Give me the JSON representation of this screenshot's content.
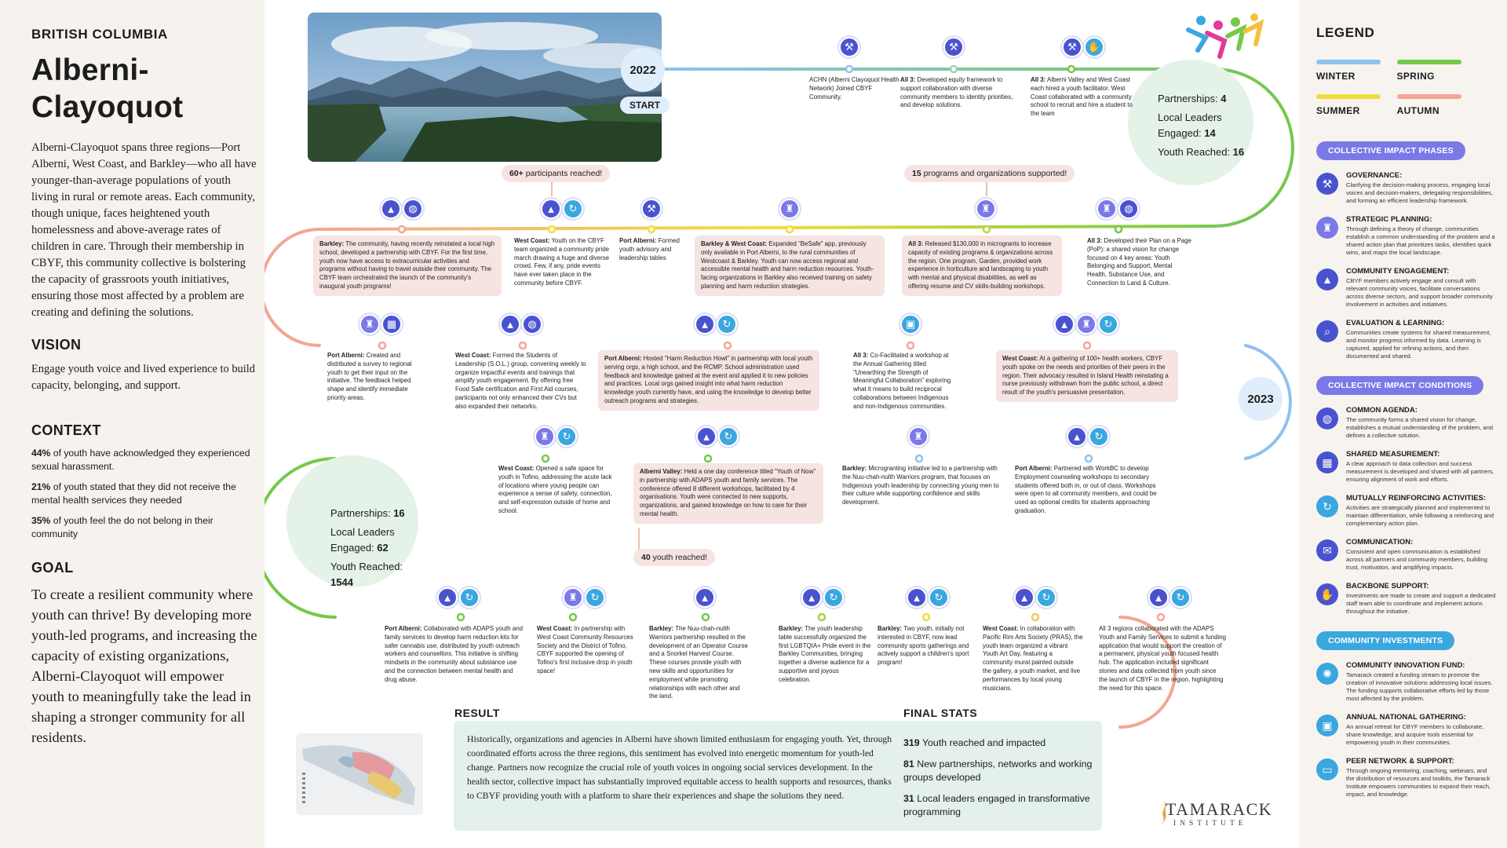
{
  "left": {
    "region": "BRITISH COLUMBIA",
    "title_line1": "Alberni-",
    "title_line2": "Clayoquot",
    "intro": "Alberni-Clayoquot spans three regions—Port Alberni, West Coast, and Barkley—who all have younger-than-average populations of youth living in rural or remote areas. Each community, though unique, faces heightened youth homelessness and above-average rates of children in care. Through their membership in CBYF, this community collective is bolstering the capacity of grassroots youth initiatives, ensuring those most affected by a problem are creating and defining the solutions.",
    "vision_heading": "VISION",
    "vision_text": "Engage youth voice and lived experience to build capacity, belonging, and support.",
    "context_heading": "CONTEXT",
    "context": [
      {
        "pct": "44%",
        "text": " of youth have acknowledged they experienced sexual harassment."
      },
      {
        "pct": "21%",
        "text": " of youth stated that they did not receive the mental health services they needed"
      },
      {
        "pct": "35%",
        "text": " of youth feel the do not belong in their community"
      }
    ],
    "goal_heading": "GOAL",
    "goal_text": "To create a resilient community where youth can thrive! By developing more youth-led programs, and increasing the capacity of existing organizations, Alberni-Clayoquot will empower youth to meaningfully take the lead in shaping a stronger community for all residents."
  },
  "timeline": {
    "year_start": "2022",
    "start_label": "START",
    "year_mid": "2023",
    "chip1": {
      "num": "60+",
      "text": " participants reached!"
    },
    "chip2": {
      "num": "15",
      "text": " programs and organizations supported!"
    },
    "chip3": {
      "num": "40",
      "text": " youth reached!"
    },
    "circle1": {
      "partnerships_label": "Partnerships: ",
      "partnerships": "4",
      "leaders_label": "Local Leaders Engaged: ",
      "leaders": "14",
      "youth_label": "Youth Reached: ",
      "youth": "16"
    },
    "circle2": {
      "partnerships_label": "Partnerships: ",
      "partnerships": "16",
      "leaders_label": "Local Leaders Engaged: ",
      "leaders": "62",
      "youth_label": "Youth Reached: ",
      "youth": "1544"
    },
    "row1": [
      {
        "lead": "",
        "text": "ACHN (Alberni Clayoquot Health Network) Joined CBYF Community."
      },
      {
        "lead": "All 3:",
        "text": " Developed equity framework to support collaboration with diverse community members to identity priorities, and develop solutions."
      },
      {
        "lead": "All 3:",
        "text": " Alberni Valley and West Coast each hired a youth facilitator. West Coast collaborated with a community school to recruit and hire a student to the team"
      }
    ],
    "row2": [
      {
        "lead": "Barkley:",
        "text": " The community, having recently reinstated a local high school, developed a partnership with CBYF. For the first time, youth now have access to extracurricular activities and programs without having to travel outside their community. The CBYF team orchestrated the launch of the community's inaugural youth programs!"
      },
      {
        "lead": "West Coast:",
        "text": " Youth on the CBYF team organized a community pride march drawing a huge and diverse crowd. Few, if any, pride events have ever taken place in the community before CBYF."
      },
      {
        "lead": "Port Alberni:",
        "text": " Formed youth advisory and leadership tables"
      },
      {
        "lead": "Barkley & West Coast:",
        "text": " Expanded \"BeSafe\" app, previously only available in Port Alberni, to the rural communities of Westcoast & Barkley. Youth can now access regional and accessible mental health and harm reduction resources. Youth-facing organizations in Barkley also received training on safety planning and harm reduction strategies."
      },
      {
        "lead": "All 3:",
        "text": " Released $130,000 in microgrants to increase capacity of existing programs & organizations across the region. One program, Garden, provided work experience in horticulture and landscaping to youth with mental and physical disabilities, as well as offering resume and CV skills-building workshops."
      },
      {
        "lead": "All 3:",
        "text": " Developed their Plan on a Page (PoP): a shared vision for change focused on 4 key areas: Youth Belonging and Support, Mental Health, Substance Use, and Connection to Land & Culture."
      }
    ],
    "row3": [
      {
        "lead": "Port Alberni:",
        "text": " Created and distributed a survey to regional youth to get their input on the initiative. The feedback helped shape and identify immediate priority areas."
      },
      {
        "lead": "West Coast:",
        "text": " Formed the Students of Leadership (S.O.L.) group, convening weekly to organize impactful events and trainings that amplify youth engagement. By offering free Food Safe certification and First Aid courses, participants not only enhanced their CVs but also expanded their networks."
      },
      {
        "lead": "Port Alberni:",
        "text": " Hosted \"Harm Reduction Howl\" in partnership with local youth serving orgs, a high school, and the RCMP. School administration used feedback and knowledge gained at the event and applied it to new policies and practices. Local orgs gained insight into what harm reduction knowledge youth currently have, and using the knowledge to develop better outreach programs and strategies."
      },
      {
        "lead": "All 3:",
        "text": " Co-Facilitated a workshop at the Annual Gathering titled \"Unearthing the Strength of Meaningful Collaboration\" exploring what it means to build reciprocal collaborations between Indigenous and non-Indigenous communities."
      },
      {
        "lead": "West Coast:",
        "text": " At a gathering of 100+ health workers, CBYF youth spoke on the needs and priorities of their peers in the region. Their advocacy resulted in Island Health reinstating a nurse previously withdrawn from the public school, a direct result of the youth's persuasive presentation."
      }
    ],
    "row4": [
      {
        "lead": "West Coast:",
        "text": " Opened a safe space for youth in Tofino, addressing the acute lack of locations where young people can experience a sense of safety, connection, and self-expression outside of home and school."
      },
      {
        "lead": "Alberni Valley:",
        "text": " Held a one day conference titled \"Youth of Now\" in partnership with ADAPS youth and family services. The conference offered 8 different workshops, facilitated by 4 organisations. Youth were connected to new supports, organizations, and gained knowledge on how to care for their mental health."
      },
      {
        "lead": "Barkley:",
        "text": " Microgranting initiative led to a partnership with the Nuu-chah-nulth Warriors program, that focuses on Indigenous youth leadership by connecting young men to their culture while supporting confidence and skills development."
      },
      {
        "lead": "Port Alberni:",
        "text": " Partnered with WorkBC to develop Employment counseling workshops to secondary students offered both in, or out of class. Workshops were open to all community members, and could be used as optional credits for students approaching graduation."
      }
    ],
    "row5": [
      {
        "lead": "Port Alberni:",
        "text": " Collaborated with ADAPS youth and family services to develop harm reduction kits for safer cannabis use, distributed by youth outreach workers and counsellors. This initiative is shifting mindsets in the community about substance use and the connection between mental health and drug abuse."
      },
      {
        "lead": "West Coast:",
        "text": " In partnership with West Coast Community Resources Society and the District of Tofino, CBYF supported the opening of Tofino's first inclusive drop in youth space!"
      },
      {
        "lead": "Barkley:",
        "text": " The Nuu-chah-nulth Warriors partnership resulted in the development of an Operator Course and a Snorkel Harvest Course. These courses provide youth with new skills and opportunities for employment while promoting relationships with each other and the land."
      },
      {
        "lead": "Barkley:",
        "text": " The youth leadership table successfully organized the first LGBTQIA+ Pride event in the Barkley Communities, bringing together a diverse audience for a supportive and joyous celebration."
      },
      {
        "lead": "Barkley:",
        "text": " Two youth, initially not interested in CBYF, now lead community sports gatherings and actively support a children's sport program!"
      },
      {
        "lead": "West Coast:",
        "text": " In collaboration with Pacific Rim Arts Society (PRAS), the youth team organized a vibrant Youth Art Day, featuring a community mural painted outside the gallery, a youth market, and live performances by local young musicians."
      },
      {
        "lead": "",
        "text": "All 3 regions collaborated with the ADAPS Youth and Family Services to submit a funding application that would support the creation of a permanent, physical youth focused health hub. The application included significant stories and data collected from youth since the launch of CBYF in the region, highlighting the need for this space."
      }
    ]
  },
  "result": {
    "heading": "RESULT",
    "text": "Historically, organizations and agencies in Alberni have shown limited enthusiasm for engaging youth. Yet, through coordinated efforts across the three regions, this sentiment has evolved into energetic momentum for youth-led change. Partners now recognize the crucial role of youth voices in ongoing social services development. In the health sector, collective impact has substantially improved equitable access to health supports and resources, thanks to CBYF providing youth with a platform to share their experiences and shape the solutions they need."
  },
  "final_stats": {
    "heading": "FINAL STATS",
    "items": [
      {
        "num": "319",
        "text": " Youth reached and impacted"
      },
      {
        "num": "81",
        "text": " New partnerships, networks and working groups developed"
      },
      {
        "num": "31",
        "text": " Local leaders engaged in transformative programming"
      }
    ]
  },
  "logo": {
    "main": "TAMARACK",
    "sub": "INSTITUTE"
  },
  "legend": {
    "heading": "LEGEND",
    "seasons": [
      {
        "name": "WINTER",
        "color": "#8ec2ef"
      },
      {
        "name": "SPRING",
        "color": "#74c94a"
      },
      {
        "name": "SUMMER",
        "color": "#f3dc3a"
      },
      {
        "name": "AUTUMN",
        "color": "#f4a594"
      }
    ],
    "phases_heading": "COLLECTIVE IMPACT PHASES",
    "phases": [
      {
        "icon": "hammer-icon",
        "title": "GOVERNANCE:",
        "text": "Clarifying the decision-making process, engaging local voices and decision-makers, delegating responsibilities, and forming an efficient leadership framework."
      },
      {
        "icon": "chess-piece-icon",
        "title": "STRATEGIC PLANNING:",
        "text": "Through defining a theory of change, communities establish a common understanding of the problem and a shared action plan that prioritizes tasks, identifies quick wins, and maps the local landscape."
      },
      {
        "icon": "graduation-cap-icon",
        "title": "COMMUNITY ENGAGEMENT:",
        "text": "CBYF members actively engage and consult with relevant community voices, facilitate conversations across diverse sectors, and support broader community involvement in activities and initiatives."
      },
      {
        "icon": "magnifier-icon",
        "title": "EVALUATION & LEARNING:",
        "text": "Communities create systems for shared measurement, and monitor progress informed by data. Learning is captured, applied for refining actions, and then documented and shared."
      }
    ],
    "conditions_heading": "COLLECTIVE IMPACT CONDITIONS",
    "conditions": [
      {
        "icon": "globe-icon",
        "title": "COMMON AGENDA:",
        "text": "The community forms a shared vision for change, establishes a mutual understanding of the problem, and defines a collective solution."
      },
      {
        "icon": "chart-icon",
        "title": "SHARED MEASUREMENT:",
        "text": "A clear approach to data collection and success measurement is developed and shared with all partners, ensuring alignment of work and efforts."
      },
      {
        "icon": "arrows-icon",
        "title": "MUTUALLY REINFORCING ACTIVITIES:",
        "text": "Activities are strategically planned and implemented to maintain differentiation, while following a reinforcing and complementary action plan."
      },
      {
        "icon": "speech-icon",
        "title": "COMMUNICATION:",
        "text": "Consistent and open communication is established across all partners and community members, building trust, motivation, and amplifying impacts."
      },
      {
        "icon": "handshake-icon",
        "title": "BACKBONE SUPPORT:",
        "text": "Investments are made to create and support a dedicated staff team able to coordinate and implement actions throughout the initiative."
      }
    ],
    "investments_heading": "COMMUNITY INVESTMENTS",
    "investments": [
      {
        "icon": "lightbulb-icon",
        "title": "COMMUNITY INNOVATION FUND:",
        "text": "Tamarack created a funding stream to promote the creation of innovative solutions addressing local issues. The funding supports collaborative efforts led by those most affected by the problem."
      },
      {
        "icon": "calendar-icon",
        "title": "ANNUAL NATIONAL GATHERING:",
        "text": "An annual retreat for CBYF members to collaborate, share knowledge, and acquire tools essential for empowering youth in their communities."
      },
      {
        "icon": "laptop-icon",
        "title": "PEER NETWORK & SUPPORT:",
        "text": "Through ongoing mentoring, coaching, webinars, and the distribution of resources and toolkits, the Tamarack Institute empowers communities to expand their reach, impact, and knowledge."
      }
    ]
  }
}
